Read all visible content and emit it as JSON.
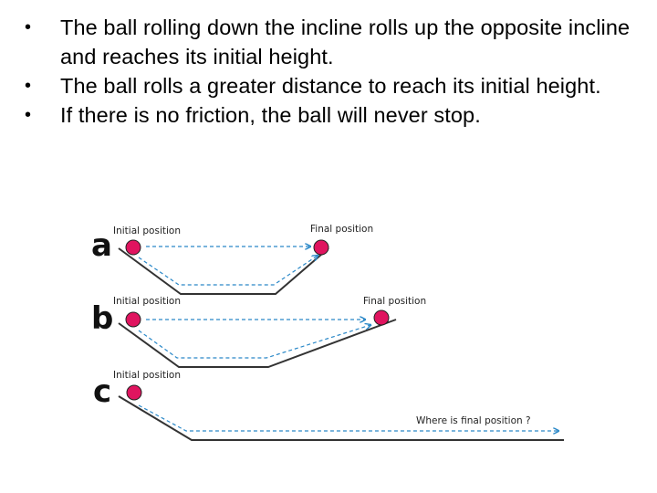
{
  "bullets": [
    "The ball rolling down the incline rolls up the opposite incline and reaches its initial height.",
    "The ball rolls a greater distance to reach its initial height.",
    "If there is no friction, the ball will never stop."
  ],
  "bullet_marker": "•",
  "figure": {
    "ball_color": "#e0145f",
    "arrow_color": "#2a88c8",
    "panels": [
      {
        "letter": "a",
        "initial_label": "Initial position",
        "final_label": "Final position"
      },
      {
        "letter": "b",
        "initial_label": "Initial position",
        "final_label": "Final position"
      },
      {
        "letter": "c",
        "initial_label": "Initial position",
        "final_label": "Where is final position ?"
      }
    ]
  }
}
